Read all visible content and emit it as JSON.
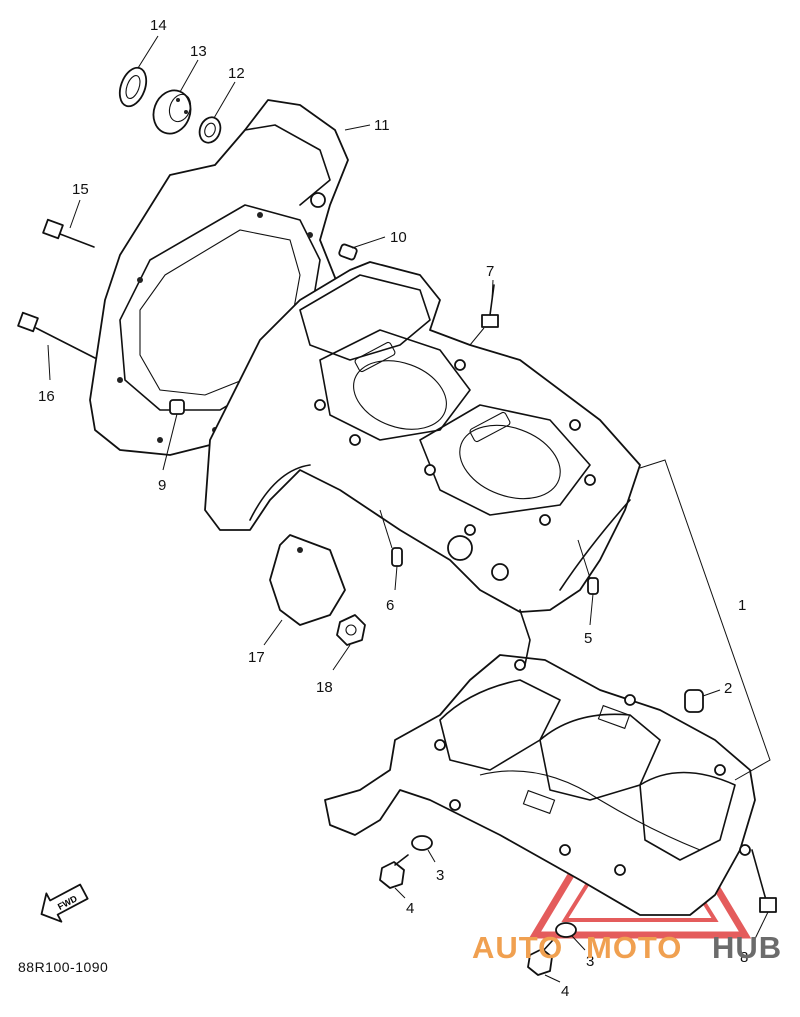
{
  "diagram": {
    "drawing_code": "88R100-1090",
    "fwd_label": "FWD",
    "watermark": {
      "part1": "AUTO",
      "part2": "MOTO",
      "part3": "HUB",
      "color_primary": "#f0a050",
      "color_secondary": "#6b6b6b",
      "triangle_color": "#e04040"
    },
    "callouts": [
      {
        "id": "c1",
        "label": "1"
      },
      {
        "id": "c2",
        "label": "2"
      },
      {
        "id": "c3a",
        "label": "3"
      },
      {
        "id": "c3b",
        "label": "3"
      },
      {
        "id": "c4a",
        "label": "4"
      },
      {
        "id": "c4b",
        "label": "4"
      },
      {
        "id": "c5",
        "label": "5"
      },
      {
        "id": "c6",
        "label": "6"
      },
      {
        "id": "c7",
        "label": "7"
      },
      {
        "id": "c8",
        "label": "8"
      },
      {
        "id": "c9",
        "label": "9"
      },
      {
        "id": "c10",
        "label": "10"
      },
      {
        "id": "c11",
        "label": "11"
      },
      {
        "id": "c12",
        "label": "12"
      },
      {
        "id": "c13",
        "label": "13"
      },
      {
        "id": "c14",
        "label": "14"
      },
      {
        "id": "c15",
        "label": "15"
      },
      {
        "id": "c16",
        "label": "16"
      },
      {
        "id": "c17",
        "label": "17"
      },
      {
        "id": "c18",
        "label": "18"
      }
    ]
  }
}
